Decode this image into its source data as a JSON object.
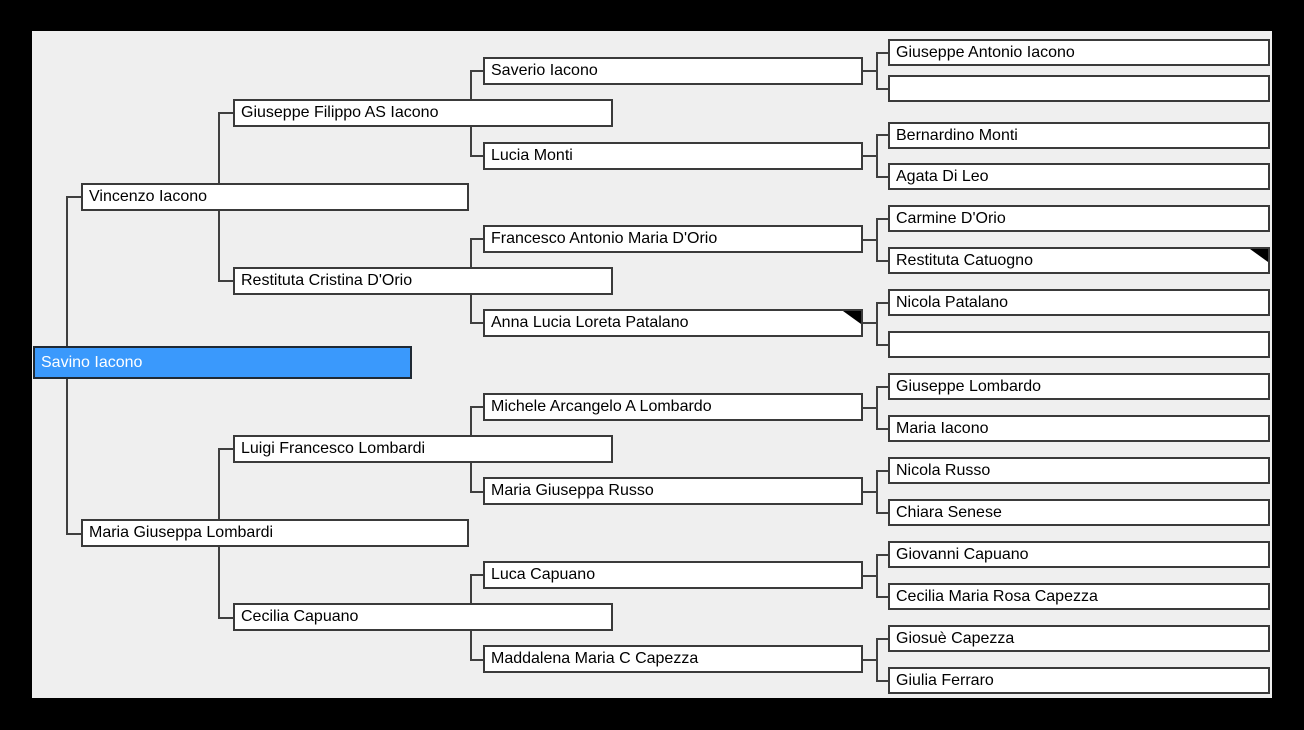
{
  "chart": {
    "type": "pedigree-tree",
    "description": "Ancestor chart, 5 generations, focus person highlighted",
    "colors": {
      "selected_bg": "#3a99fc",
      "selected_text": "#ffffff",
      "box_bg": "#ffffff",
      "box_border": "#3a3a3a",
      "canvas_bg": "#efefef",
      "frame_bg": "#000000",
      "connector_line": "#3f3f3f",
      "more_indicator": "#000000"
    }
  },
  "people": {
    "focus": {
      "name": "Savino Iacono",
      "selected": true
    },
    "parents": [
      {
        "name": "Vincenzo Iacono"
      },
      {
        "name": "Maria Giuseppa Lombardi"
      }
    ],
    "grandparents": [
      {
        "name": "Giuseppe Filippo AS Iacono"
      },
      {
        "name": "Restituta Cristina D'Orio"
      },
      {
        "name": "Luigi Francesco Lombardi"
      },
      {
        "name": "Cecilia Capuano"
      }
    ],
    "great_grandparents": [
      {
        "name": "Saverio Iacono"
      },
      {
        "name": "Lucia Monti"
      },
      {
        "name": "Francesco Antonio Maria D'Orio"
      },
      {
        "name": "Anna Lucia Loreta Patalano",
        "more_ancestors": true
      },
      {
        "name": "Michele Arcangelo A Lombardo"
      },
      {
        "name": "Maria Giuseppa Russo"
      },
      {
        "name": "Luca Capuano"
      },
      {
        "name": "Maddalena Maria C Capezza"
      }
    ],
    "great_great_grandparents": [
      {
        "name": "Giuseppe Antonio Iacono"
      },
      {
        "name": ""
      },
      {
        "name": "Bernardino Monti"
      },
      {
        "name": "Agata Di Leo"
      },
      {
        "name": "Carmine D'Orio"
      },
      {
        "name": "Restituta Catuogno",
        "more_ancestors": true
      },
      {
        "name": "Nicola Patalano"
      },
      {
        "name": ""
      },
      {
        "name": "Giuseppe Lombardo"
      },
      {
        "name": "Maria Iacono"
      },
      {
        "name": "Nicola Russo"
      },
      {
        "name": "Chiara Senese"
      },
      {
        "name": "Giovanni Capuano"
      },
      {
        "name": "Cecilia Maria Rosa Capezza"
      },
      {
        "name": "Giosuè Capezza"
      },
      {
        "name": "Giulia Ferraro"
      }
    ]
  }
}
